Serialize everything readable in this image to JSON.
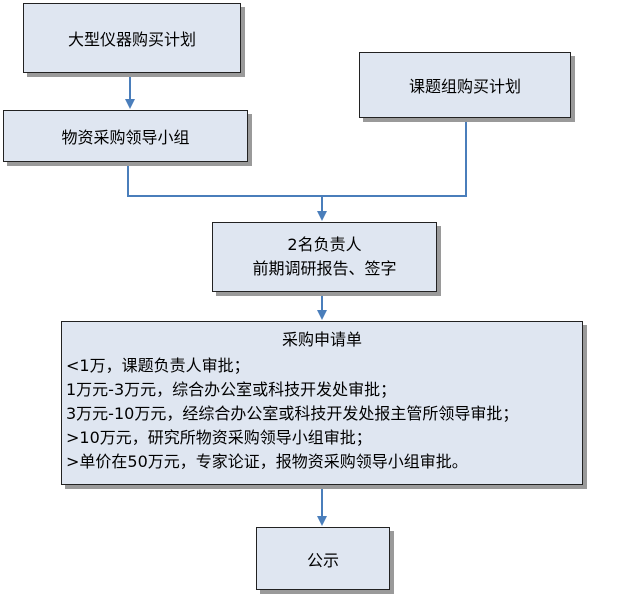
{
  "nodes": {
    "instrument_plan": "大型仪器购买计划",
    "procurement_group": "物资采购领导小组",
    "team_plan": "课题组购买计划",
    "responsible": {
      "line1": "2名负责人",
      "line2": "前期调研报告、签字"
    },
    "application": {
      "title": "采购申请单",
      "rules": [
        "<1万，课题负责人审批；",
        "1万元-3万元，综合办公室或科技开发处审批；",
        "3万元-10万元，经综合办公室或科技开发处报主管所领导审批；",
        ">10万元，研究所物资采购领导小组审批；",
        ">单价在50万元，专家论证，报物资采购领导小组审批。"
      ]
    },
    "announce": "公示"
  },
  "colors": {
    "box_fill": "#dfe6f1",
    "box_border": "#222222",
    "shadow": "#9a9a9a",
    "arrow": "#4a7ebb"
  }
}
